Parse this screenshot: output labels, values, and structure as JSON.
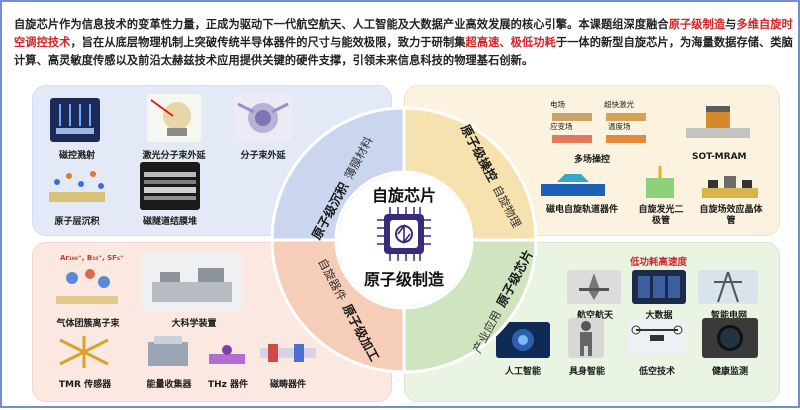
{
  "intro": {
    "s1": "自旋芯片作为信息技术的变革性力量，正成为驱动下一代航空航天、人工智能及大数据产业高效发展的核心引擎。本课题组深度融合",
    "h1": "原子级制造",
    "s2": "与",
    "h2": "多维自旋时空调控技术",
    "s3": "，旨在从底层物理机制上突破传统半导体器件的尺寸与能效极限，致力于研制集",
    "h3": "超高速、极低功耗",
    "s4": "于一体的新型自旋芯片，为海量数据存储、类脑计算、高灵敏度传感以及前沿太赫兹技术应用提供关键的硬件支撑，引领未来信息科技的物理基石创新。"
  },
  "center": {
    "top": "自旋芯片",
    "bottom": "原子级制造"
  },
  "ring": {
    "tl": {
      "main": "原子级沉积",
      "sub": "薄膜材料"
    },
    "tr": {
      "main": "原子级操控",
      "sub": "自旋物理"
    },
    "bl": {
      "main": "原子级加工",
      "sub": "自旋器件"
    },
    "br": {
      "main": "原子级芯片",
      "sub": "产业应用"
    }
  },
  "tl_items": [
    "磁控溅射",
    "激光分子束外延",
    "分子束外延",
    "原子层沉积",
    "磁隧道结膜堆"
  ],
  "tr_items": [
    "多场操控",
    "SOT-MRAM",
    "磁电自旋轨道器件",
    "自旋发光二极管",
    "自旋场效应晶体管"
  ],
  "tr_small": [
    "电场",
    "应变场",
    "超快激光",
    "温度场"
  ],
  "bl_items": [
    "气体团簇离子束",
    "大科学装置",
    "TMR 传感器",
    "能量收集器",
    "THz 器件",
    "磁畴器件"
  ],
  "bl_ions": "Ar₁₀₀⁺, B₁₀⁺, SF₆⁺",
  "br_items": [
    "航空航天",
    "大数据",
    "智能电网",
    "人工智能",
    "具身智能",
    "低空技术",
    "健康监测"
  ],
  "br_title": "低功耗高速度",
  "colors": {
    "tl": "#e3e9f6",
    "tr": "#fbf3df",
    "bl": "#fbe9e1",
    "br": "#eaf4e3",
    "ring_tl": "#c9d6ee",
    "ring_tr": "#f6e2ae",
    "ring_bl": "#f5cdb9",
    "ring_br": "#cfe5c0",
    "highlight": "#d0262a",
    "chip": "#3b2a7a"
  }
}
